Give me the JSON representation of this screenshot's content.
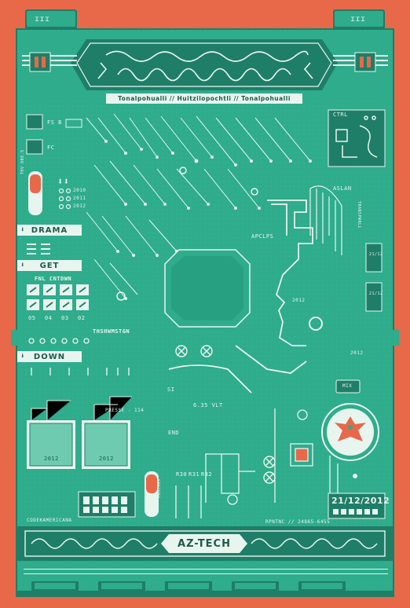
{
  "header": {
    "subtitle": "Tonalpohualli // Huitzilopochtli // Tonalpohualli",
    "left_tab": "ɪɪɪ",
    "right_tab": "ɪɪɪ"
  },
  "labels": {
    "fsb": "FS B",
    "fc": "FC",
    "thv": "THV 808.5",
    "ctrl": "CTRL",
    "aslan": "ASLAN",
    "apclps": "APCLPS",
    "year_a": "2010",
    "year_b": "2011",
    "year_c": "2012",
    "drama": "DRAMA",
    "get": "GET",
    "fnl_cntdwn": "FNL CNTDWN",
    "knobs": [
      "05",
      "04",
      "03",
      "02"
    ],
    "thshwmstgn": "THSHWMSTGN",
    "down": "DOWN",
    "chip_year": "2012",
    "chip_year2": "2012",
    "head_year": "2012",
    "head_year2": "2012",
    "presse": "PRESSE - 114",
    "codekamericana": "CODEKAMERICANA",
    "end": "END",
    "si": "SI",
    "vlt": "6.35 VLT",
    "r30": "R30",
    "r31": "R31",
    "r32": "R32",
    "mix": "MIX",
    "rpntnc": "RPNTNC // 24865-6455",
    "date": "21/12/2012",
    "tr_label": "21/12",
    "tr_label2": "21/12",
    "side_r": "TRANSPWRLL",
    "hd_label": "SDKCDRV"
  },
  "footer": {
    "title": "AZ-TECH"
  },
  "colors": {
    "background": "#e8684a",
    "board": "#2eac8c",
    "board_dark": "#1f7e67",
    "trace": "#e8f5ef",
    "accent": "#e8684a"
  }
}
